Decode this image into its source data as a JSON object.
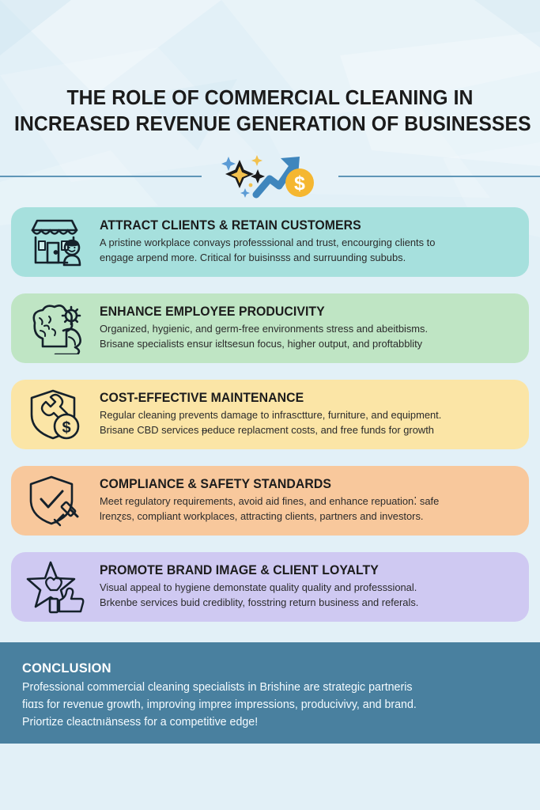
{
  "header": {
    "title_line1": "THE ROLE OF COMMERCIAL CLEANING IN",
    "title_line2": "INCREASED REVENUE GENERATION OF BUSINESSES",
    "hero_icon": "sparkles-growth-arrow-dollar-coin-icon",
    "divider_color": "#5f96b8"
  },
  "colors": {
    "page_background": "#e2f0f7",
    "card1": "#a6e0dd",
    "card2": "#bfe5c4",
    "card3": "#fbe5a6",
    "card4": "#f8c89c",
    "card5": "#cfc9f2",
    "conclusion_band": "#49809f",
    "heading_text": "#1c1c1c",
    "body_text": "#2b2b2b"
  },
  "cards": [
    {
      "icon": "storefront-with-customer-icon",
      "title": "ATTRACT CLIENTS & RETAIN CUSTOMERS",
      "lines": [
        "A pristine workplace convays professsional and trust, encourging clients to",
        "engage arpend more. Critical for buisinsss and surruunding sububs."
      ],
      "bg": "#a6e0dd"
    },
    {
      "icon": "brain-gear-flexed-arm-icon",
      "title": "ENHANCE EMPLOYEE PRODUCIVITY",
      "lines": [
        "Organized, hygienic, and germ-free environments stress and abeitbisms.",
        "Brisane specialists ensur iɛltsesun focus, higher output, and proftabblity"
      ],
      "bg": "#bfe5c4"
    },
    {
      "icon": "shield-wrench-dollar-coin-icon",
      "title": "COST-EFFECTIVE MAINTENANCE",
      "lines": [
        "Regular cleaning prevents damage to infrasctture, furniture, and equipment.",
        "Brisane CBD services ᵽeduce replacment costs, and free funds for growth"
      ],
      "bg": "#fbe5a6"
    },
    {
      "icon": "shield-checkmark-gavel-icon",
      "title": "COMPLIANCE & SAFETY STANDARDS",
      "lines": [
        "Meet regulatory requirements, avoid aid fines, and enhance repuation⁚ safe",
        "lrenɀɛs, compliant workplaces, attracting clients, partners and investors."
      ],
      "bg": "#f8c89c"
    },
    {
      "icon": "star-heart-thumbs-up-icon",
      "title": "PROMOTE BRAND IMAGE & CLIENT LOYALTY",
      "lines": [
        "Visual appeal to hygiene demonstate quality quality and professsional.",
        "Brkenbe services buid crediblity, fosstring return business and referals."
      ],
      "bg": "#cfc9f2"
    }
  ],
  "conclusion": {
    "title": "CONCLUSION",
    "lines": [
      "Professional commercial cleaning specialists in Brishine are strategic partneris",
      "fiɑɪs for revenue growth, improving impreᴤ impressions, producivivy, and brand.",
      "Priortize cleactnıänsess for a competitive edge!"
    ]
  }
}
